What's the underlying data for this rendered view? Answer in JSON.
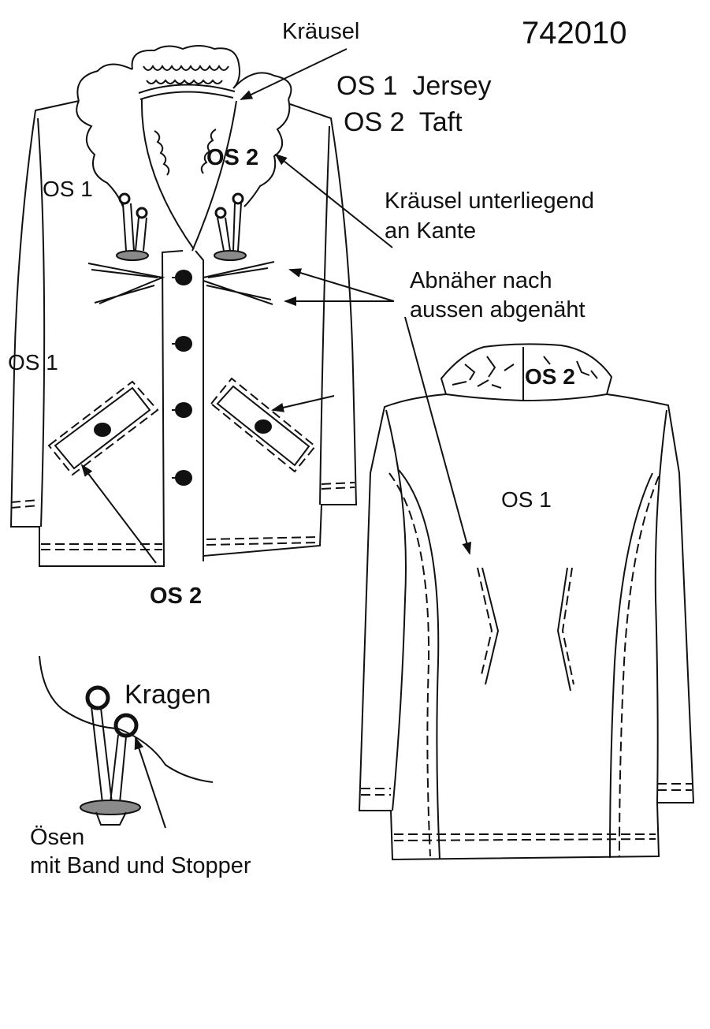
{
  "article_number": "742010",
  "labels": {
    "kraeusel": "Kräusel",
    "os1_jersey": "OS 1  Jersey",
    "os2_taft": "OS 2  Taft",
    "collar_os2": "OS 2",
    "front_os1_upper": "OS 1",
    "front_os1_side": "OS 1",
    "kraeusel_edge": "Kräusel unterliegend\nan Kante",
    "darts": "Abnäher nach\naussen abgenäht",
    "front_os2_bottom": "OS 2",
    "back_collar_os2": "OS 2",
    "back_os1": "OS 1",
    "kragen": "Kragen",
    "eyelets": "Ösen\nmit Band und Stopper"
  },
  "colors": {
    "line": "#111111",
    "stopper_fill": "#8a8a8a",
    "paper": "#ffffff"
  }
}
